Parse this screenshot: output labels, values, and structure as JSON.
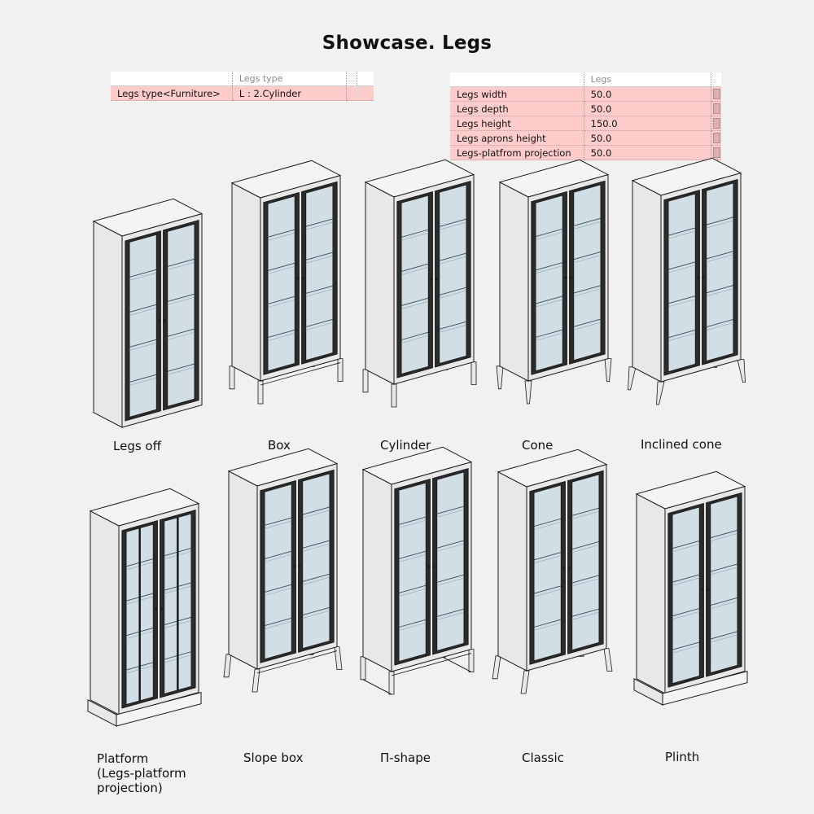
{
  "title": "Showcase. Legs",
  "type_table": {
    "header": "Legs type",
    "rows": [
      {
        "name": "Legs type<Furniture>",
        "value": "L : 2.Cylinder"
      }
    ]
  },
  "legs_table": {
    "header": "Legs",
    "rows": [
      {
        "name": "Legs width",
        "value": "50.0"
      },
      {
        "name": "Legs depth",
        "value": "50.0"
      },
      {
        "name": "Legs height",
        "value": "150.0"
      },
      {
        "name": "Legs aprons height",
        "value": "50.0"
      },
      {
        "name": "Legs-platfrom projection",
        "value": "50.0"
      }
    ]
  },
  "variants": [
    {
      "label": "Legs off",
      "legs": "none"
    },
    {
      "label": "Box",
      "legs": "box"
    },
    {
      "label": "Cylinder",
      "legs": "cylinder"
    },
    {
      "label": "Cone",
      "legs": "cone"
    },
    {
      "label": "Inclined cone",
      "legs": "inclined-cone"
    },
    {
      "label": "Platform\n(Legs-platform\nprojection)",
      "legs": "platform"
    },
    {
      "label": "Slope box",
      "legs": "slope-box"
    },
    {
      "label": "Π-shape",
      "legs": "pi-shape"
    },
    {
      "label": "Classic",
      "legs": "classic"
    },
    {
      "label": "Plinth",
      "legs": "plinth"
    }
  ],
  "colors": {
    "body": "#e8e8e8",
    "top": "#f4f4f4",
    "glass": "#d2dee6",
    "frame": "#1a1a1a",
    "highlight": "#ffcccc"
  }
}
